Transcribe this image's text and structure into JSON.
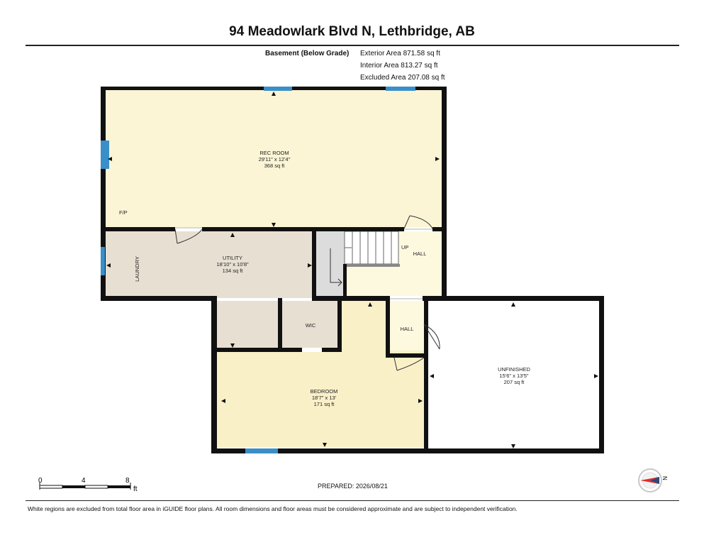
{
  "header": {
    "title": "94 Meadowlark Blvd N, Lethbridge, AB",
    "level_label": "Basement (Below Grade)",
    "exterior_area": "Exterior Area 871.58 sq ft",
    "interior_area": "Interior Area 813.27 sq ft",
    "excluded_area": "Excluded Area 207.08 sq ft"
  },
  "rooms": {
    "rec_room": {
      "name": "REC ROOM",
      "dims": "29'11\" x 12'4\"",
      "area": "368 sq ft",
      "fp": "F/P"
    },
    "utility": {
      "name": "UTILITY",
      "dims": "18'10\" x 10'8\"",
      "area": "134 sq ft",
      "laundry": "LAUNDRY"
    },
    "stair": {
      "up": "UP"
    },
    "hall_upper": {
      "name": "HALL"
    },
    "hall_lower": {
      "name": "HALL"
    },
    "wic": {
      "name": "WIC"
    },
    "bedroom": {
      "name": "BEDROOM",
      "dims": "18'7\" x 13'",
      "area": "171 sq ft"
    },
    "unfinished": {
      "name": "UNFINISHED",
      "dims": "15'6\" x 13'5\"",
      "area": "207 sq ft"
    }
  },
  "colors": {
    "rec_room": "#fbf5d6",
    "utility": "#e8dfd3",
    "hall": "#fdf9df",
    "bedroom": "#faf0c8",
    "stair": "#dcdcdc",
    "wall": "#111111",
    "window": "#3a8fc8"
  },
  "scale_bar": {
    "labels": [
      "0",
      "4",
      "8"
    ],
    "unit": "ft"
  },
  "compass": {
    "label": "N"
  },
  "footer": {
    "prepared": "PREPARED: 2026/08/21",
    "disclaimer": "White regions are excluded from total floor area in iGUIDE floor plans. All room dimensions and floor areas must be considered approximate and are subject to independent verification."
  }
}
